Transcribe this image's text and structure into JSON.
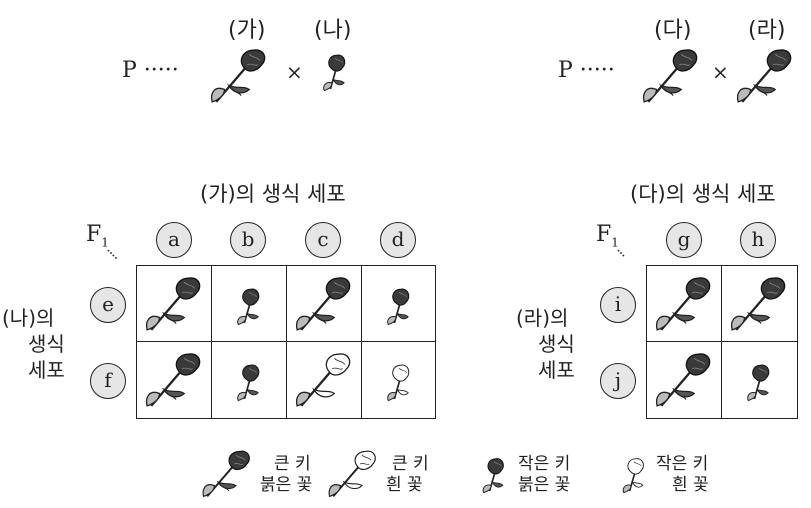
{
  "cross1": {
    "p_label": "P ·····",
    "left": "(가)",
    "right": "(나)",
    "times": "×"
  },
  "cross2": {
    "p_label": "P ·····",
    "left": "(다)",
    "right": "(라)",
    "times": "×"
  },
  "grid1": {
    "title": "(가)의 생식 세포",
    "f1": "F",
    "f1_sub": "1",
    "cols": [
      "a",
      "b",
      "c",
      "d"
    ],
    "rows": [
      "e",
      "f"
    ],
    "side_label_1": "(나)의",
    "side_label_2": "생식",
    "side_label_3": "세포",
    "cells": [
      [
        "tall-red",
        "short-red",
        "tall-red",
        "short-red"
      ],
      [
        "tall-red",
        "short-red",
        "tall-white",
        "short-white"
      ]
    ]
  },
  "grid2": {
    "title": "(다)의 생식 세포",
    "f1": "F",
    "f1_sub": "1",
    "cols": [
      "g",
      "h"
    ],
    "rows": [
      "i",
      "j"
    ],
    "side_label_1": "(라)의",
    "side_label_2": "생식",
    "side_label_3": "세포",
    "cells": [
      [
        "tall-red",
        "tall-red"
      ],
      [
        "tall-red",
        "short-red"
      ]
    ]
  },
  "legend": [
    {
      "line1": "큰 키",
      "line2": "붉은 꽃"
    },
    {
      "line1": "큰 키",
      "line2": "흰 꽃"
    },
    {
      "line1": "작은 키",
      "line2": "붉은 꽃"
    },
    {
      "line1": "작은 키",
      "line2": "흰 꽃"
    }
  ]
}
